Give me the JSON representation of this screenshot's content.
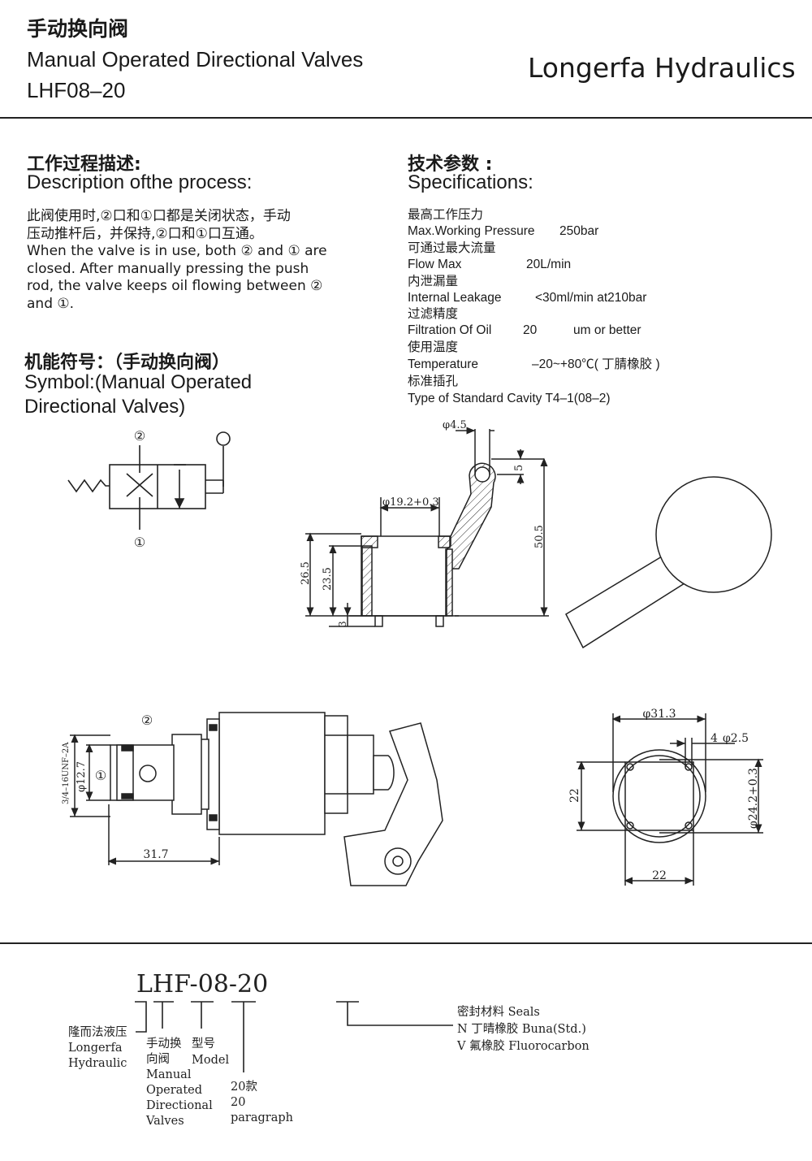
{
  "header": {
    "title_cn": "手动换向阀",
    "title_en": "Manual Operated Directional Valves",
    "model": "LHF08–20",
    "brand": "Longerfa Hydraulics"
  },
  "description": {
    "heading_cn": "工作过程描述:",
    "heading_en": "Description ofthe process:",
    "text_cn_1": "此阀使用时,②口和①口都是关闭状态，手动",
    "text_cn_2": "压动推杆后，并保持,②口和①口互通。",
    "text_en": "When the valve is in use, both ② and ① are closed. After manually pressing the push rod, the valve keeps oil flowing between ② and ①."
  },
  "symbol": {
    "heading_cn": "机能符号：（手动换向阀）",
    "heading_en_1": "Symbol:(Manual Operated",
    "heading_en_2": "Directional Valves)",
    "port_top": "②",
    "port_bottom": "①"
  },
  "specifications": {
    "heading_cn": "技术参数 :",
    "heading_en": "Specifications:",
    "rows": [
      {
        "cn": "最高工作压力",
        "en": "Max.Working Pressure",
        "value": "250bar"
      },
      {
        "cn": "可通过最大流量",
        "en": "Flow Max",
        "value": "20L/min"
      },
      {
        "cn": "内泄漏量",
        "en": "Internal Leakage",
        "value": "<30ml/min at210bar"
      },
      {
        "cn": "过滤精度",
        "en": "Filtration Of Oil",
        "value": "20",
        "value2": "um or better"
      },
      {
        "cn": "使用温度",
        "en": "Temperature",
        "value": "–20~+80℃( 丁腈橡胶 )"
      },
      {
        "cn": "标准插孔",
        "en": "Type of Standard Cavity T4–1(08–2)",
        "value": ""
      }
    ]
  },
  "drawing_side": {
    "dim_d45": "φ4.5",
    "dim_5": "5",
    "dim_d192": "φ19.2+0.3",
    "dim_505": "50.5",
    "dim_265": "26.5",
    "dim_235": "23.5",
    "dim_3": "3"
  },
  "drawing_front": {
    "port2": "②",
    "port1": "①",
    "thread": "3/4–16UNF–2A",
    "dim_d127": "φ12.7",
    "dim_317": "31.7"
  },
  "drawing_bottom": {
    "dim_d313": "φ31.3",
    "dim_4": "4",
    "dim_d25": "φ2.5",
    "dim_22v": "22",
    "dim_d242": "φ24.2+0.3",
    "dim_22h": "22"
  },
  "ordering": {
    "code": "LHF-08-20",
    "brand_cn": "隆而法液压",
    "brand_en_1": "Longerfa",
    "brand_en_2": "Hydraulic",
    "type_cn_1": "手动换",
    "type_cn_2": "向阀",
    "type_en_1": "Manual",
    "type_en_2": "Operated",
    "type_en_3": "Directional",
    "type_en_4": "Valves",
    "model_cn": "型号",
    "model_en": "Model",
    "para_cn": "20款",
    "para_num": "20",
    "para_en": "paragraph",
    "seals_title": "密封材料 Seals",
    "seal_n": "N   丁晴橡胶 Buna(Std.)",
    "seal_v": "V   氟橡胶 Fluorocarbon"
  }
}
